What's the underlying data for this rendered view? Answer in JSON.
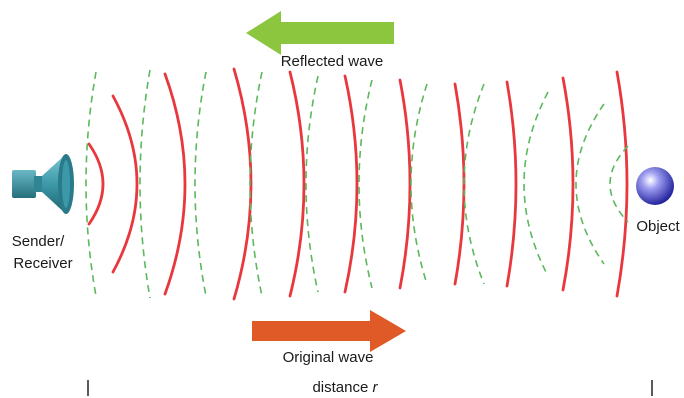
{
  "labels": {
    "reflected_wave": "Reflected wave",
    "original_wave": "Original wave",
    "sender": "Sender/",
    "receiver": "Receiver",
    "object": "Object",
    "distance": "distance ",
    "distance_var": "r"
  },
  "colors": {
    "original": "#e8383d",
    "reflected": "#5cb85c",
    "arrow_original": "#e05a28",
    "arrow_reflected": "#8cc63f",
    "speaker": "#3d98a8",
    "object": "#4a4ac0"
  },
  "icons": {
    "sender": "speaker-horn-icon",
    "object": "sphere-icon"
  }
}
